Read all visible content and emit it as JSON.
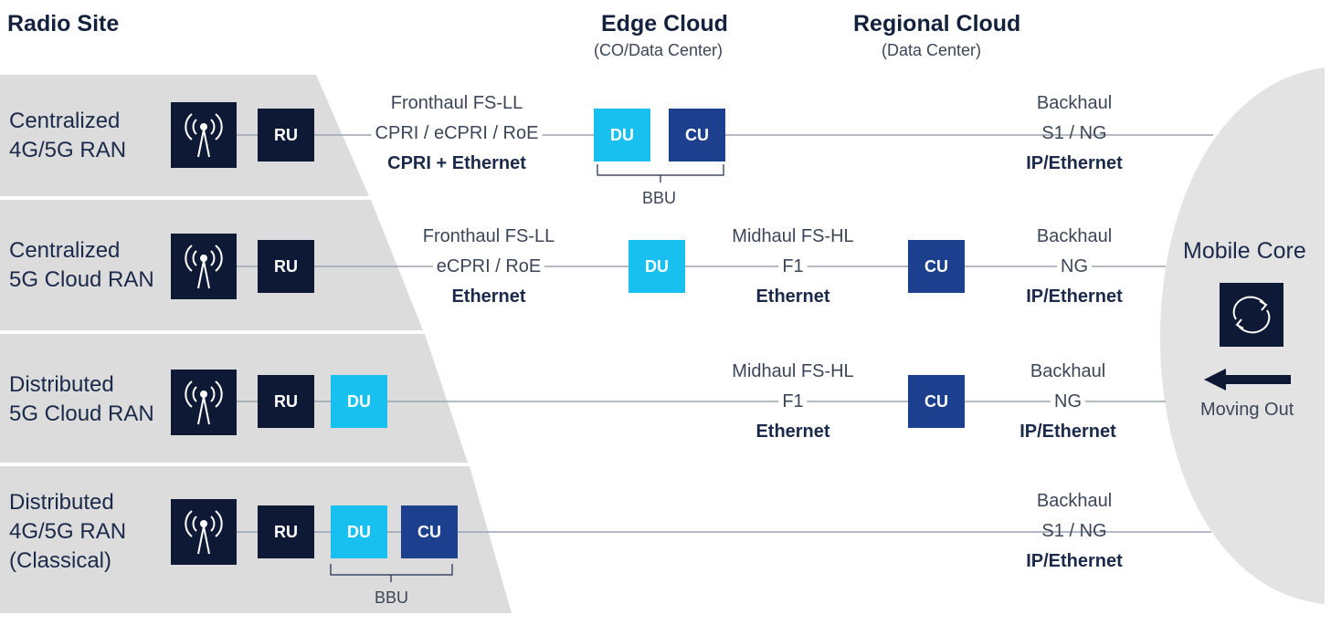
{
  "headers": {
    "radio_site": "Radio Site",
    "edge_cloud": "Edge Cloud",
    "edge_cloud_sub": "(CO/Data Center)",
    "regional_cloud": "Regional Cloud",
    "regional_cloud_sub": "(Data Center)"
  },
  "rows": [
    {
      "label": "Centralized\n4G/5G RAN",
      "ru": "RU",
      "fronthaul": [
        "Fronthaul FS-LL",
        "CPRI / eCPRI / RoE",
        "CPRI + Ethernet"
      ],
      "edge_boxes": [
        "DU",
        "CU"
      ],
      "bbu": "BBU",
      "backhaul": [
        "Backhaul",
        "S1 / NG",
        "IP/Ethernet"
      ]
    },
    {
      "label": "Centralized\n5G Cloud RAN",
      "ru": "RU",
      "fronthaul": [
        "Fronthaul FS-LL",
        "eCPRI / RoE",
        "Ethernet"
      ],
      "du": "DU",
      "midhaul": [
        "Midhaul FS-HL",
        "F1",
        "Ethernet"
      ],
      "cu": "CU",
      "backhaul": [
        "Backhaul",
        "NG",
        "IP/Ethernet"
      ]
    },
    {
      "label": "Distributed\n5G Cloud RAN",
      "ru": "RU",
      "du": "DU",
      "midhaul": [
        "Midhaul FS-HL",
        "F1",
        "Ethernet"
      ],
      "cu": "CU",
      "backhaul": [
        "Backhaul",
        "NG",
        "IP/Ethernet"
      ]
    },
    {
      "label": "Distributed\n4G/5G RAN\n(Classical)",
      "ru": "RU",
      "site_boxes": [
        "DU",
        "CU"
      ],
      "bbu": "BBU",
      "backhaul": [
        "Backhaul",
        "S1 / NG",
        "IP/Ethernet"
      ]
    }
  ],
  "core": {
    "label": "Mobile Core",
    "icon": "refresh-cycle-icon",
    "moving_out": "Moving Out"
  },
  "colors": {
    "navy": "#0e1a35",
    "du_light_blue": "#18c0f0",
    "cu_blue": "#1c3f8e",
    "panel_gray": "#dcdcdc",
    "core_gray": "#e3e3e3"
  }
}
